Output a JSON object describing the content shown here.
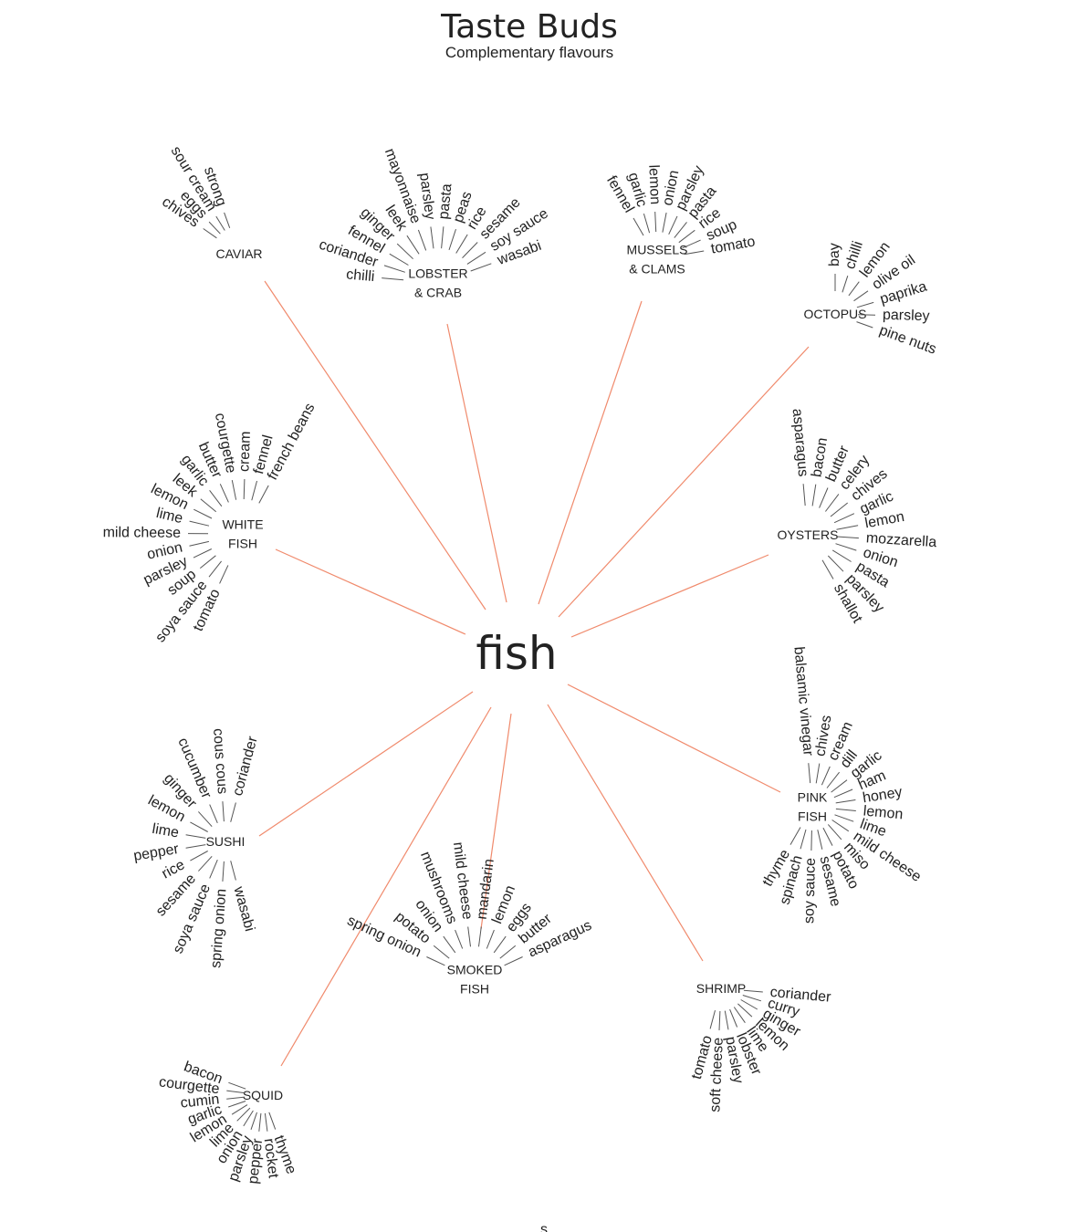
{
  "title": "Taste Buds",
  "subtitle": "Complementary flavours",
  "center": "fish",
  "connector_color": "#f08a6c",
  "footer_fragment": "s",
  "categories": [
    {
      "id": "caviar",
      "label": [
        "CAVIAR"
      ],
      "flavours": [
        "chives",
        "eggs",
        "sour cream",
        "strong"
      ]
    },
    {
      "id": "lobster-crab",
      "label": [
        "LOBSTER",
        "& CRAB"
      ],
      "flavours": [
        "chilli",
        "coriander",
        "fennel",
        "ginger",
        "leek",
        "mayonnaise",
        "parsley",
        "pasta",
        "peas",
        "rice",
        "sesame",
        "soy sauce",
        "wasabi"
      ]
    },
    {
      "id": "mussels-clams",
      "label": [
        "MUSSELS",
        "& CLAMS"
      ],
      "flavours": [
        "fennel",
        "garlic",
        "lemon",
        "onion",
        "parsley",
        "pasta",
        "rice",
        "soup",
        "tomato"
      ]
    },
    {
      "id": "octopus",
      "label": [
        "OCTOPUS"
      ],
      "flavours": [
        "bay",
        "chilli",
        "lemon",
        "olive oil",
        "paprika",
        "parsley",
        "pine nuts"
      ]
    },
    {
      "id": "white-fish",
      "label": [
        "WHITE",
        "FISH"
      ],
      "flavours": [
        "french beans",
        "fennel",
        "cream",
        "courgette",
        "butter",
        "garlic",
        "leek",
        "lemon",
        "lime",
        "mild cheese",
        "onion",
        "parsley",
        "soup",
        "soya sauce",
        "tomato"
      ]
    },
    {
      "id": "oysters",
      "label": [
        "OYSTERS"
      ],
      "flavours": [
        "asparagus",
        "bacon",
        "butter",
        "celery",
        "chives",
        "garlic",
        "lemon",
        "mozzarella",
        "onion",
        "pasta",
        "parsley",
        "shallot"
      ]
    },
    {
      "id": "pink-fish",
      "label": [
        "PINK",
        "FISH"
      ],
      "flavours": [
        "balsamic vinegar",
        "chives",
        "cream",
        "dill",
        "garlic",
        "ham",
        "honey",
        "lemon",
        "lime",
        "mild cheese",
        "miso",
        "potato",
        "sesame",
        "soy sauce",
        "spinach",
        "thyme"
      ]
    },
    {
      "id": "sushi",
      "label": [
        "SUSHI"
      ],
      "flavours": [
        "coriander",
        "cous cous",
        "cucumber",
        "ginger",
        "lemon",
        "lime",
        "pepper",
        "rice",
        "sesame",
        "soya sauce",
        "spring onion",
        "wasabi"
      ]
    },
    {
      "id": "smoked-fish",
      "label": [
        "SMOKED",
        "FISH"
      ],
      "flavours": [
        "asparagus",
        "butter",
        "eggs",
        "lemon",
        "mandarin",
        "mild cheese",
        "mushrooms",
        "onion",
        "potato",
        "spring onion"
      ]
    },
    {
      "id": "shrimp",
      "label": [
        "SHRIMP"
      ],
      "flavours": [
        "coriander",
        "curry",
        "ginger",
        "lemon",
        "lime",
        "lobster",
        "parsley",
        "soft cheese",
        "tomato"
      ]
    },
    {
      "id": "squid",
      "label": [
        "SQUID"
      ],
      "flavours": [
        "bacon",
        "courgette",
        "cumin",
        "garlic",
        "lemon",
        "lime",
        "onion",
        "parsley",
        "pepper",
        "rocket",
        "thyme"
      ]
    }
  ]
}
